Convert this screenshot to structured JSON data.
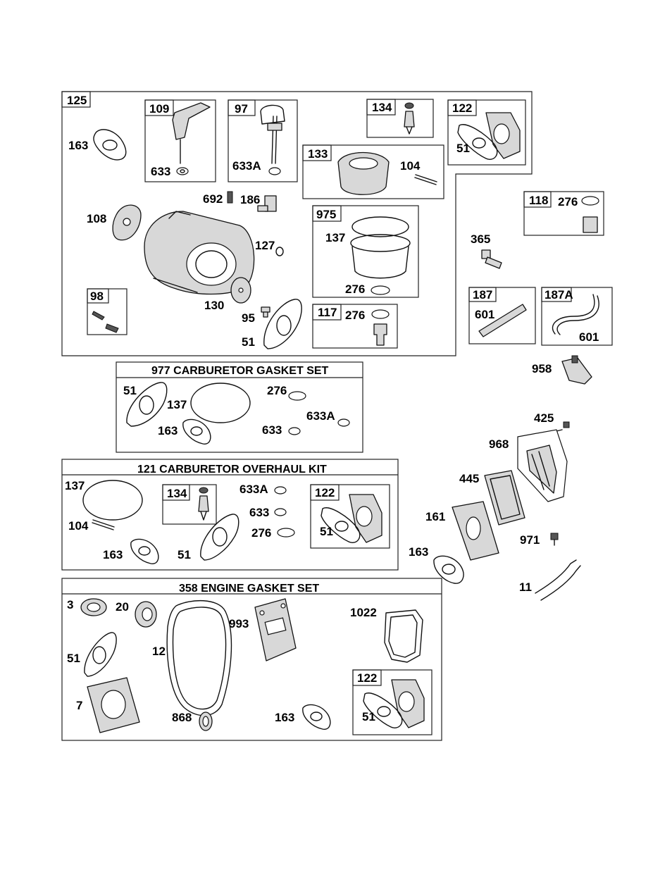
{
  "titles": {
    "kit977": "977  CARBURETOR    GASKET  SET",
    "kit121": "121  CARBURETOR  OVERHAUL  KIT",
    "kit358": "358  ENGINE  GASKET  SET"
  },
  "labels": {
    "c125": "125",
    "c109": "109",
    "c97": "97",
    "c134": "134",
    "c122": "122",
    "c51a": "51",
    "c163": "163",
    "c633": "633",
    "c633A": "633A",
    "c133": "133",
    "c104": "104",
    "c692": "692",
    "c186": "186",
    "c108": "108",
    "c975": "975",
    "c137": "137",
    "c127": "127",
    "c276a": "276",
    "c98": "98",
    "c130": "130",
    "c95": "95",
    "c117": "117",
    "c276b": "276",
    "c51b": "51",
    "c118": "118",
    "c276c": "276",
    "c365": "365",
    "c187": "187",
    "c601a": "601",
    "c187A": "187A",
    "c601b": "601",
    "c958": "958",
    "c425": "425",
    "c968": "968",
    "c445": "445",
    "c161": "161",
    "c163r": "163",
    "c971": "971",
    "c11": "11",
    "g51": "51",
    "g137": "137",
    "g276": "276",
    "g633A": "633A",
    "g163": "163",
    "g633": "633",
    "k137": "137",
    "k134": "134",
    "k633A": "633A",
    "k122": "122",
    "k104": "104",
    "k633": "633",
    "k51b": "51",
    "k276": "276",
    "k163": "163",
    "k51": "51",
    "e3": "3",
    "e20": "20",
    "e993": "993",
    "e1022": "1022",
    "e51": "51",
    "e12": "12",
    "e7": "7",
    "e122": "122",
    "e868": "868",
    "e163": "163",
    "e51b": "51"
  }
}
